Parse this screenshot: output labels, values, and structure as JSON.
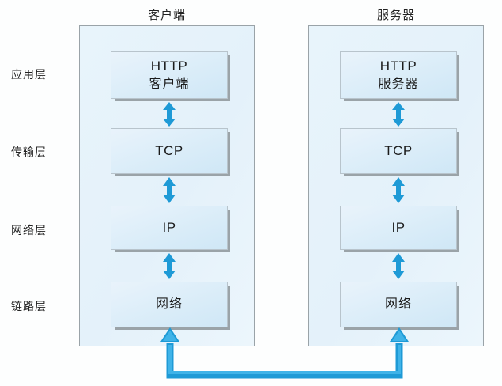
{
  "diagram": {
    "title_client": "客户端",
    "title_server": "服务器",
    "layer_labels": [
      {
        "name": "application",
        "label": "应用层"
      },
      {
        "name": "transport",
        "label": "传输层"
      },
      {
        "name": "network",
        "label": "网络层"
      },
      {
        "name": "link",
        "label": "链路层"
      }
    ],
    "client_stack": [
      {
        "name": "http-client",
        "line1": "HTTP",
        "line2": "客户端"
      },
      {
        "name": "tcp",
        "line1": "TCP",
        "line2": ""
      },
      {
        "name": "ip",
        "line1": "IP",
        "line2": ""
      },
      {
        "name": "network",
        "line1": "网络",
        "line2": ""
      }
    ],
    "server_stack": [
      {
        "name": "http-server",
        "line1": "HTTP",
        "line2": "服务器"
      },
      {
        "name": "tcp",
        "line1": "TCP",
        "line2": ""
      },
      {
        "name": "ip",
        "line1": "IP",
        "line2": ""
      },
      {
        "name": "network",
        "line1": "网络",
        "line2": ""
      }
    ],
    "colors": {
      "arrow_blue": "#1e9ad6",
      "arrow_blue_light": "#3fb3e8",
      "panel_fill": "#e6f2fb",
      "panel_border": "#9aa3a8",
      "box_fill_top": "#e9f3fb",
      "box_fill_bottom": "#cfe7f6",
      "box_shadow": "#9aa3a8",
      "text": "#1b1b1b",
      "background": "#fdfefe"
    }
  }
}
